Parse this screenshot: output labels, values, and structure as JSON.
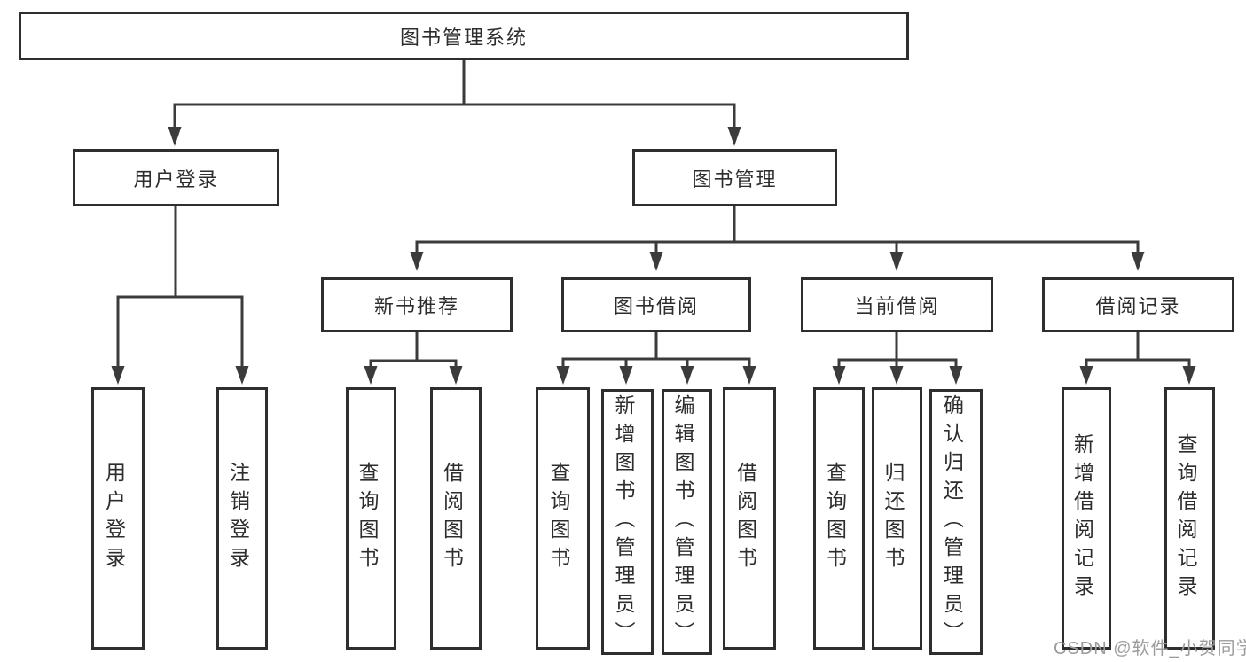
{
  "tree": {
    "root": {
      "label": "图书管理系统"
    },
    "children": [
      {
        "label": "用户登录",
        "children": [
          {
            "label": "用户登录"
          },
          {
            "label": "注销登录"
          }
        ]
      },
      {
        "label": "图书管理",
        "children": [
          {
            "label": "新书推荐",
            "children": [
              {
                "label": "查询图书"
              },
              {
                "label": "借阅图书"
              }
            ]
          },
          {
            "label": "图书借阅",
            "children": [
              {
                "label": "查询图书"
              },
              {
                "label": "新增图书（管理员）"
              },
              {
                "label": "编辑图书（管理员）"
              },
              {
                "label": "借阅图书"
              }
            ]
          },
          {
            "label": "当前借阅",
            "children": [
              {
                "label": "查询图书"
              },
              {
                "label": "归还图书"
              },
              {
                "label": "确认归还（管理员）"
              }
            ]
          },
          {
            "label": "借阅记录",
            "children": [
              {
                "label": "新增借阅记录"
              },
              {
                "label": "查询借阅记录"
              }
            ]
          }
        ]
      }
    ]
  },
  "watermark": {
    "text": "CSDN @软件_小贺同学"
  },
  "colors": {
    "line": "#3b3b3b",
    "border": "#2e2e2e",
    "text": "#2d2d2d",
    "watermark": "#9c9c9c",
    "background": "#ffffff"
  }
}
